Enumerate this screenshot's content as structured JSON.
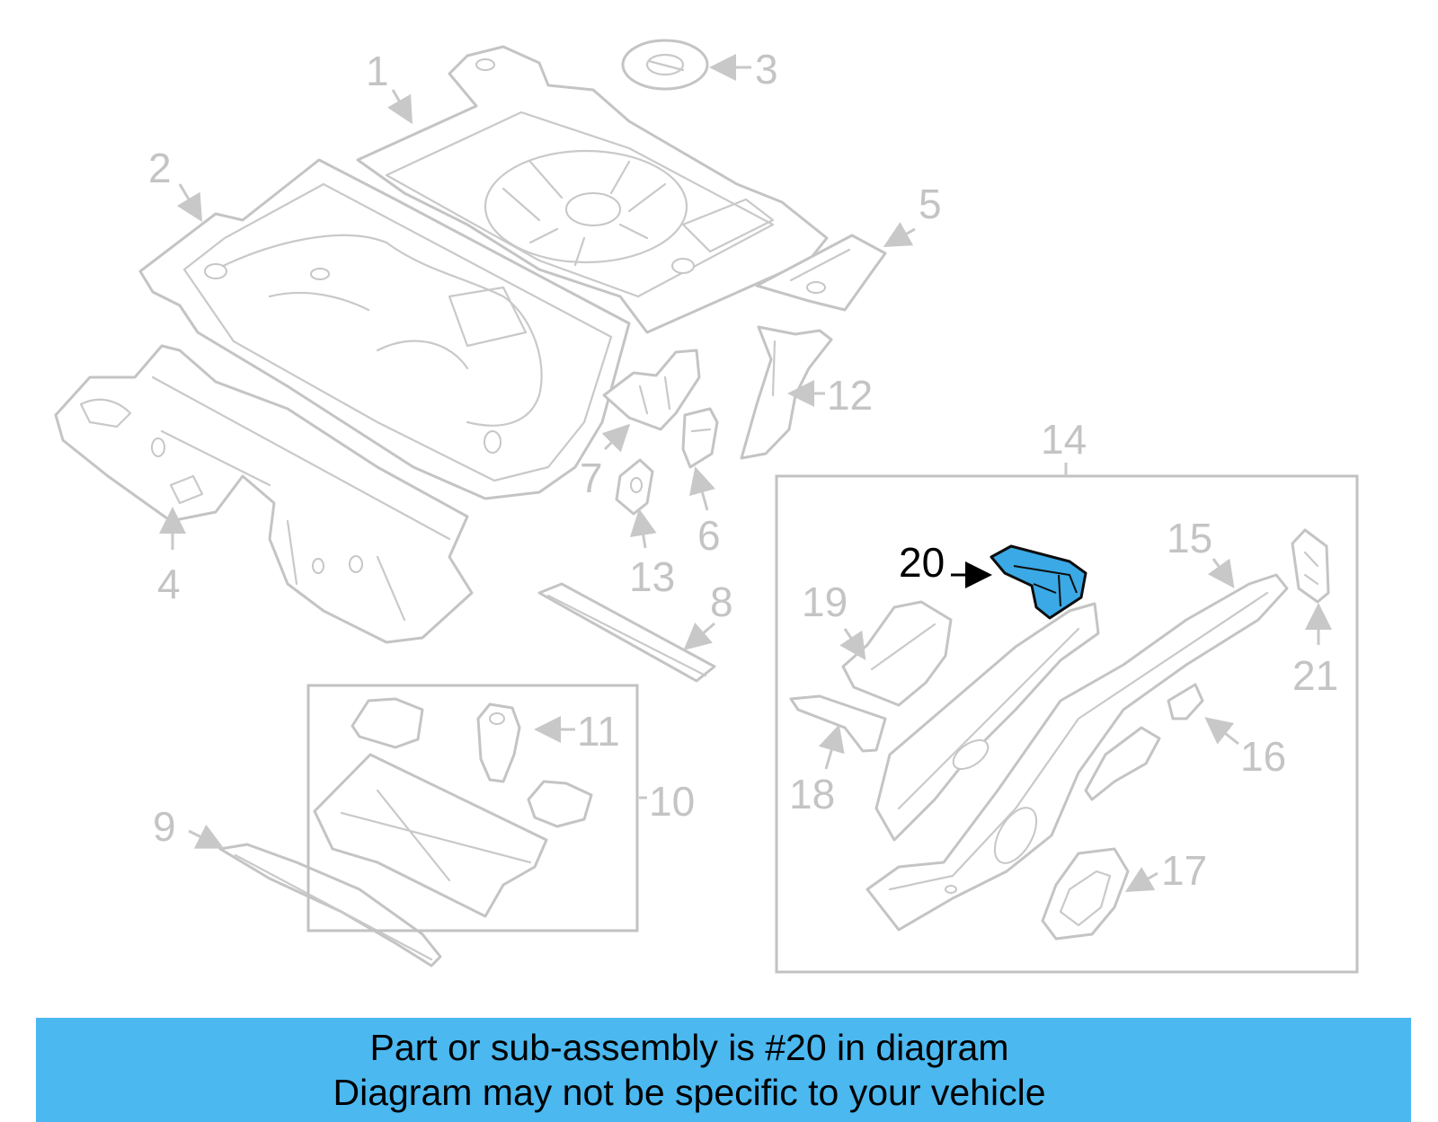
{
  "callouts": {
    "c1": "1",
    "c2": "2",
    "c3": "3",
    "c4": "4",
    "c5": "5",
    "c6": "6",
    "c7": "7",
    "c8": "8",
    "c9": "9",
    "c10": "10",
    "c11": "11",
    "c12": "12",
    "c13": "13",
    "c14": "14",
    "c15": "15",
    "c16": "16",
    "c17": "17",
    "c18": "18",
    "c19": "19",
    "c20": "20",
    "c21": "21"
  },
  "highlight": {
    "part_number": "20",
    "color": "#3aa9e6"
  },
  "caption": {
    "line1": "Part or sub-assembly is #20 in diagram",
    "line2": "Diagram may not be specific to your vehicle",
    "background": "#4bb8f0"
  }
}
